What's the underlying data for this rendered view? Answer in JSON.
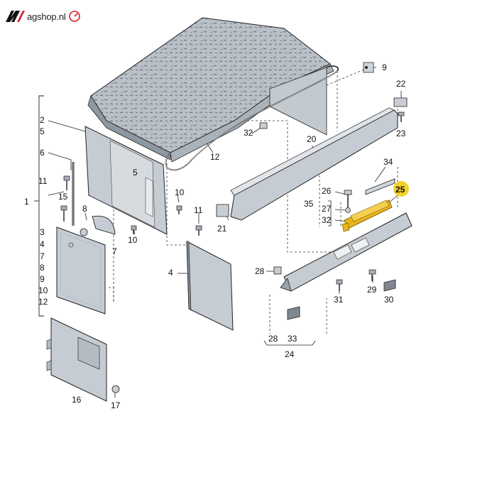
{
  "logo": {
    "text": "agshop.nl"
  },
  "callouts": [
    {
      "id": "c1",
      "label": "1"
    },
    {
      "id": "c2a",
      "label": "2"
    },
    {
      "id": "c5a",
      "label": "5"
    },
    {
      "id": "c6",
      "label": "6"
    },
    {
      "id": "c11a",
      "label": "11"
    },
    {
      "id": "c15",
      "label": "15"
    },
    {
      "id": "c8",
      "label": "8"
    },
    {
      "id": "c7",
      "label": "7"
    },
    {
      "id": "c3",
      "label": "3"
    },
    {
      "id": "c4a",
      "label": "4"
    },
    {
      "id": "c7b",
      "label": "7"
    },
    {
      "id": "c8b",
      "label": "8"
    },
    {
      "id": "c9b",
      "label": "9"
    },
    {
      "id": "c10b",
      "label": "10"
    },
    {
      "id": "c12b",
      "label": "12"
    },
    {
      "id": "c5b",
      "label": "5"
    },
    {
      "id": "c10a",
      "label": "10"
    },
    {
      "id": "c10c",
      "label": "10"
    },
    {
      "id": "c11b",
      "label": "11"
    },
    {
      "id": "c4b",
      "label": "4"
    },
    {
      "id": "c16",
      "label": "16"
    },
    {
      "id": "c17",
      "label": "17"
    },
    {
      "id": "c12a",
      "label": "12"
    },
    {
      "id": "c32a",
      "label": "32"
    },
    {
      "id": "c9",
      "label": "9"
    },
    {
      "id": "c22",
      "label": "22"
    },
    {
      "id": "c23",
      "label": "23"
    },
    {
      "id": "c20",
      "label": "20"
    },
    {
      "id": "c21",
      "label": "21"
    },
    {
      "id": "c34",
      "label": "34"
    },
    {
      "id": "c25",
      "label": "25",
      "highlight": true
    },
    {
      "id": "c26",
      "label": "26"
    },
    {
      "id": "c35",
      "label": "35"
    },
    {
      "id": "c27",
      "label": "27"
    },
    {
      "id": "c32b",
      "label": "32"
    },
    {
      "id": "c28a",
      "label": "28"
    },
    {
      "id": "c29",
      "label": "29"
    },
    {
      "id": "c31",
      "label": "31"
    },
    {
      "id": "c30",
      "label": "30"
    },
    {
      "id": "c28b",
      "label": "28"
    },
    {
      "id": "c33",
      "label": "33"
    },
    {
      "id": "c24",
      "label": "24"
    }
  ],
  "colors": {
    "line": "#222222",
    "part_fill": "#c9cfd6",
    "part_dark": "#9aa3ad",
    "part_light": "#e3e7eb",
    "highlight_part": "#e8b41c",
    "highlight_badge": "#f2d12a"
  }
}
